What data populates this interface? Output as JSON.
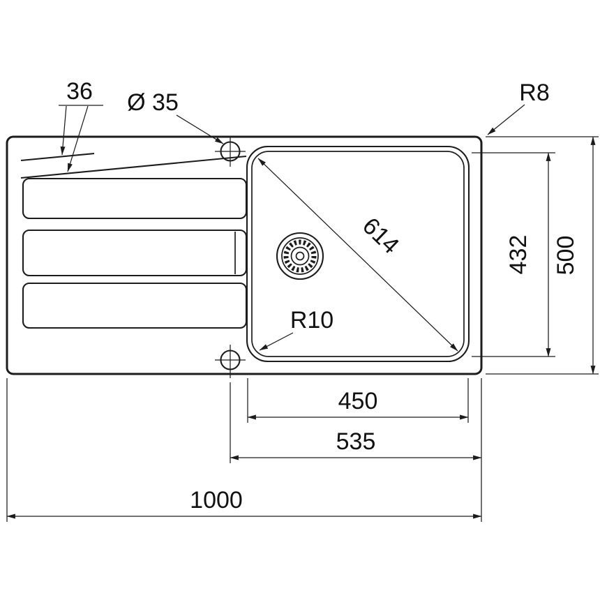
{
  "page": {
    "background": "#ffffff"
  },
  "drawing": {
    "stroke_color": "#1c1c1c",
    "text_color": "#111111",
    "labels": {
      "drainer_rim_width": "36",
      "tap_hole_diameter": "Ø 35",
      "outer_corner_radius": "R8",
      "bowl_diagonal": "614",
      "bowl_front_to_back": "432",
      "overall_front_to_back": "500",
      "bowl_corner_radius": "R10",
      "bowl_width": "450",
      "tap_centre_to_edge": "535",
      "overall_width": "1000"
    }
  }
}
